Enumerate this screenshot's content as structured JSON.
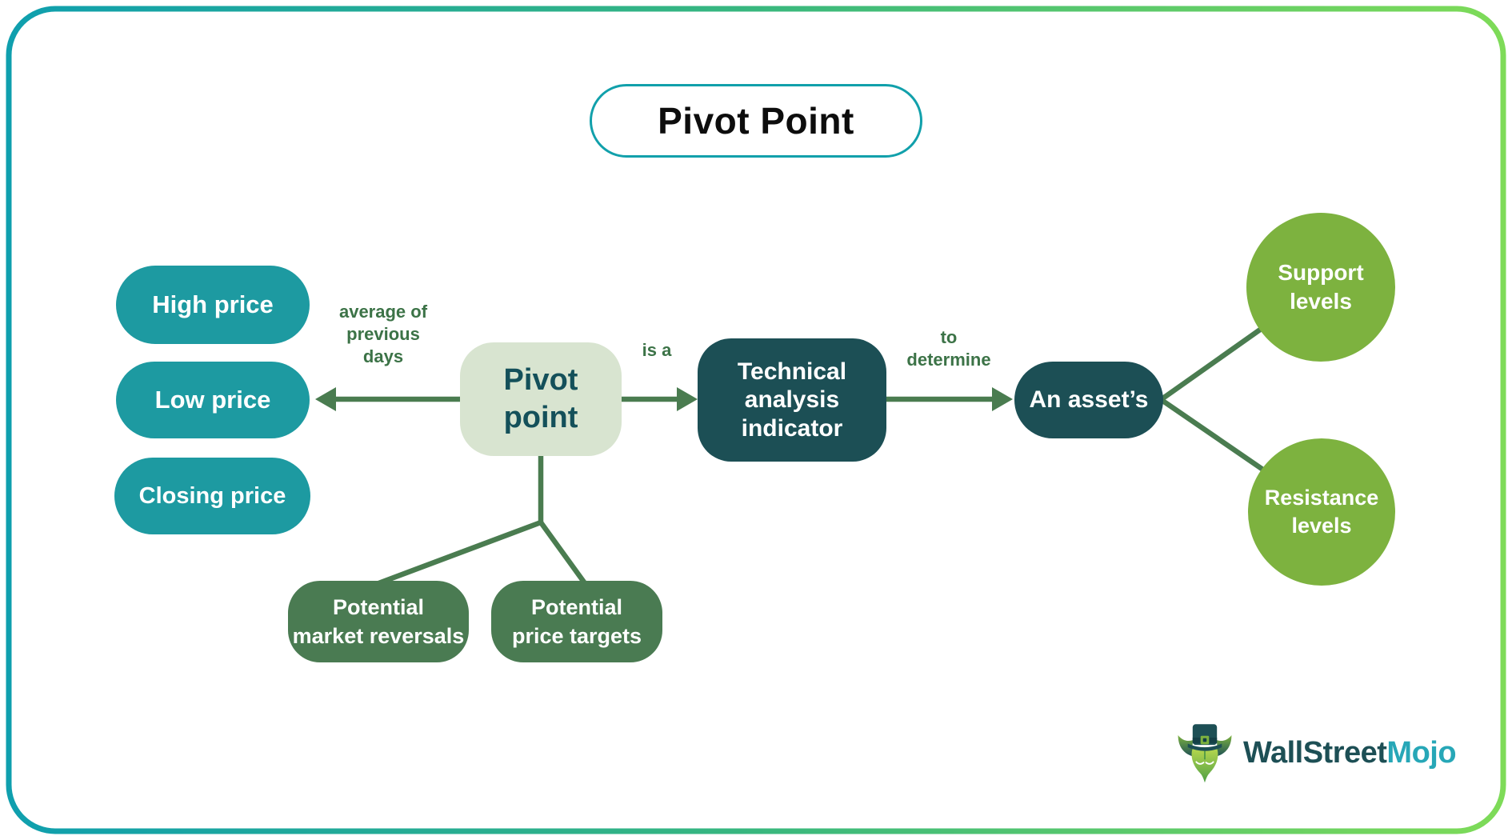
{
  "title": "Pivot Point",
  "nodes": {
    "high_price": "High price",
    "low_price": "Low price",
    "closing_price": "Closing price",
    "pivot_point": "Pivot\npoint",
    "technical_indicator": "Technical\nanalysis\nindicator",
    "an_assets": "An asset’s",
    "support_levels": "Support\nlevels",
    "resistance_levels": "Resistance\nlevels",
    "market_reversals": "Potential\nmarket reversals",
    "price_targets": "Potential\nprice targets"
  },
  "edge_labels": {
    "average": "average of\nprevious\ndays",
    "is_a": "is a",
    "to_determine": "to\ndetermine"
  },
  "logo": {
    "brand_part1": "WallStreet",
    "brand_part2": "Mojo"
  },
  "colors": {
    "teal_pill": "#1d9aa1",
    "dark_box": "#1c4f55",
    "pivot_box_bg": "#d8e4d0",
    "pivot_box_text": "#14505a",
    "circle_green": "#7db23f",
    "bottom_pill_green": "#4a7b52",
    "connector_green": "#4a7c50",
    "label_green": "#3c7347",
    "title_border_teal": "#11a0ab",
    "frame_gradient_left": "#0f9fae",
    "frame_gradient_mid": "#38b77e",
    "frame_gradient_right": "#7edb58",
    "logo_dark": "#1d4f55",
    "logo_accent": "#27a7b7"
  }
}
